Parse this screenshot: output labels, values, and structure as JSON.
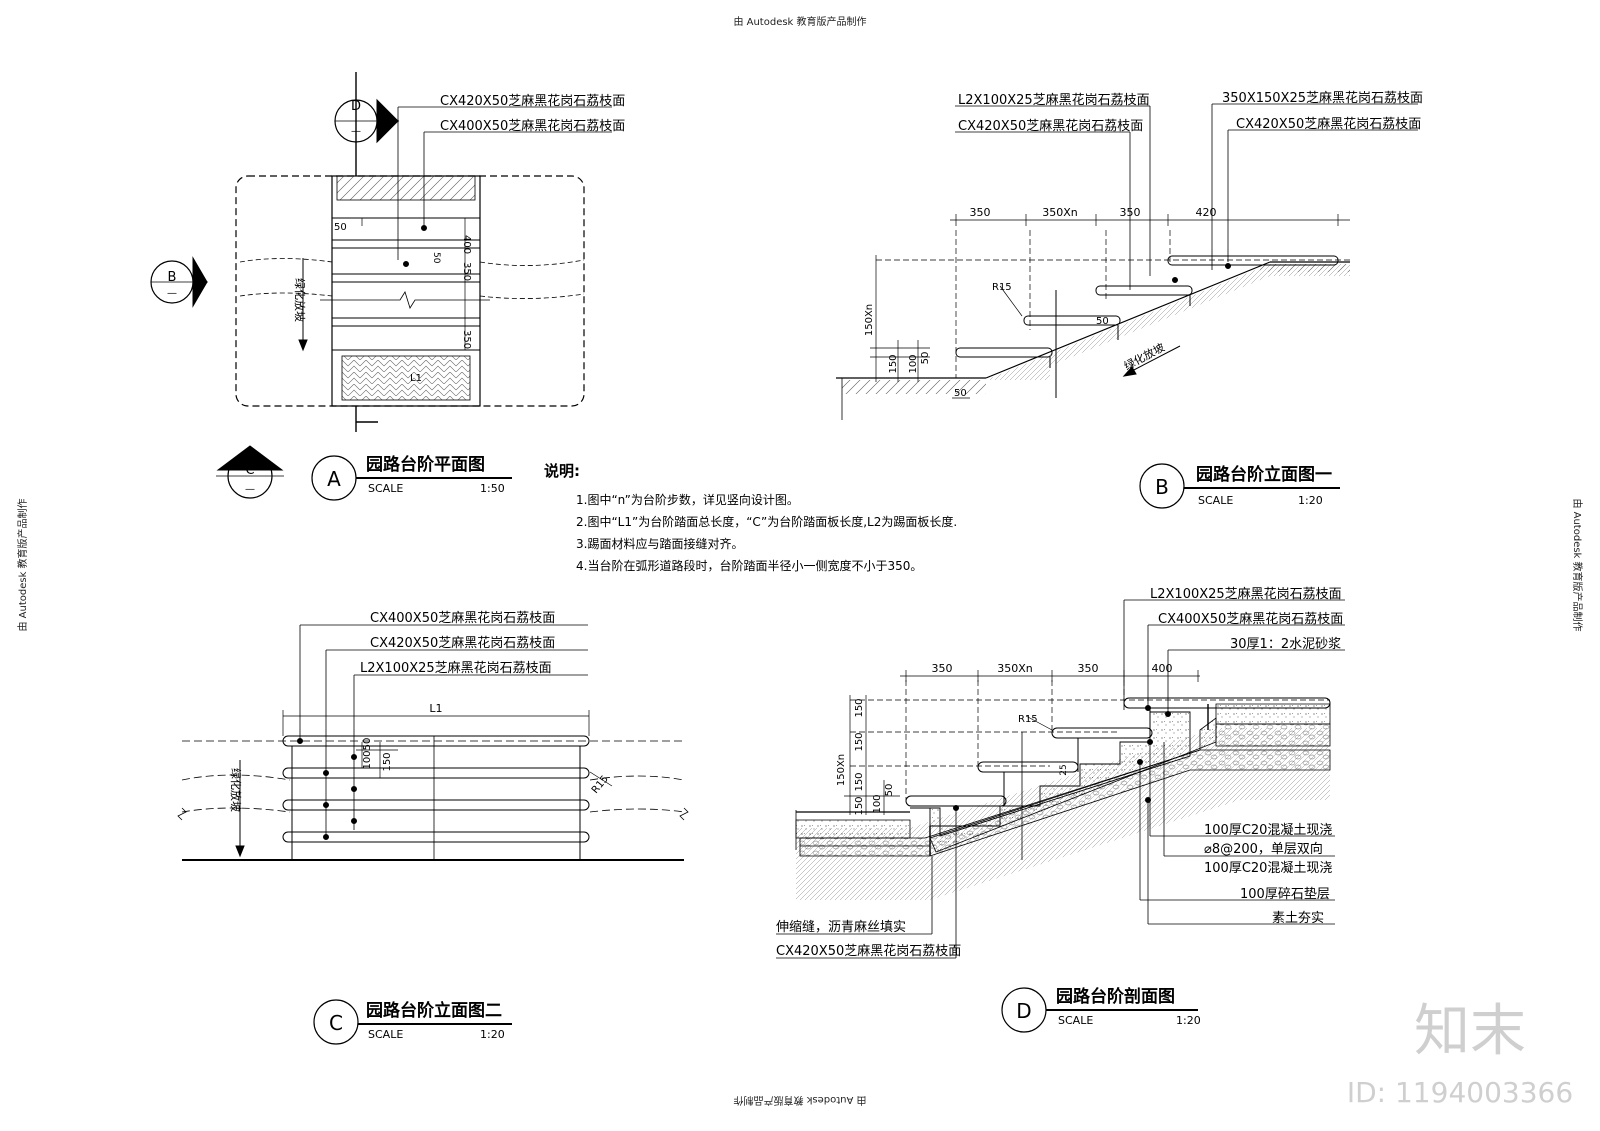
{
  "watermarks": {
    "top": "由 Autodesk 教育版产品制作",
    "bottom": "由 Autodesk 教育版产品制作",
    "left": "由 Autodesk 教育版产品制作",
    "right": "由 Autodesk 教育版产品制作",
    "logo": "知末",
    "id": "ID: 1194003366"
  },
  "drawing_a": {
    "callout_d": "D",
    "callout_b": "B",
    "callout_c": "C",
    "callout_dash": "—",
    "label1": "CX420X50芝麻黑花岗石荔枝面",
    "label2": "CX400X50芝麻黑花岗石荔枝面",
    "slope": "绿化放坡",
    "d50": "50",
    "d400": "400",
    "d50b": "50",
    "d350": "350",
    "d350b": "350",
    "l1": "L1",
    "title_letter": "A",
    "title": "园路台阶平面图",
    "scale_label": "SCALE",
    "scale": "1:50"
  },
  "drawing_b": {
    "label1": "L2X100X25芝麻黑花岗石荔枝面",
    "label2": "CX420X50芝麻黑花岗石荔枝面",
    "label3": "350X150X25芝麻黑花岗石荔枝面",
    "label4": "CX420X50芝麻黑花岗石荔枝面",
    "dims": [
      "350",
      "350Xn",
      "350",
      "420"
    ],
    "r15": "R15",
    "h150n": "150Xn",
    "h150": "150",
    "h100": "100",
    "h50": "50",
    "d50": "50",
    "d50b": "50",
    "slope": "绿化放坡",
    "title_letter": "B",
    "title": "园路台阶立面图一",
    "scale_label": "SCALE",
    "scale": "1:20"
  },
  "notes": {
    "heading": "说明:",
    "items": [
      "1.图中“n”为台阶步数，详见竖向设计图。",
      "2.图中“L1”为台阶踏面总长度，“C”为台阶踏面板长度,L2为踢面板长度.",
      "3.踢面材料应与踏面接缝对齐。",
      "4.当台阶在弧形道路段时，台阶踏面半径小一侧宽度不小于350。"
    ]
  },
  "drawing_c": {
    "label1": "CX400X50芝麻黑花岗石荔枝面",
    "label2": "CX420X50芝麻黑花岗石荔枝面",
    "label3": "L2X100X25芝麻黑花岗石荔枝面",
    "l1": "L1",
    "slope": "绿化放坡",
    "h100": "100",
    "h50": "50",
    "h150": "150",
    "r15": "R15",
    "title_letter": "C",
    "title": "园路台阶立面图二",
    "scale_label": "SCALE",
    "scale": "1:20"
  },
  "drawing_d": {
    "label1": "L2X100X25芝麻黑花岗石荔枝面",
    "label2": "CX400X50芝麻黑花岗石荔枝面",
    "label3": "30厚1：2水泥砂浆",
    "dims": [
      "350",
      "350Xn",
      "350",
      "400"
    ],
    "r15": "R15",
    "h150n": "150Xn",
    "h150a": "150",
    "h150b": "150",
    "h150c": "150",
    "h150d": "150",
    "h100": "100",
    "h50": "50",
    "d25": "25",
    "right1": "100厚C20混凝土现浇",
    "right2": "⌀8@200，单层双向",
    "right3": "100厚C20混凝土现浇",
    "right4": "100厚碎石垫层",
    "right5": "素土夯实",
    "left1": "伸缩缝，沥青麻丝填实",
    "left2": "CX420X50芝麻黑花岗石荔枝面",
    "title_letter": "D",
    "title": "园路台阶剖面图",
    "scale_label": "SCALE",
    "scale": "1:20"
  }
}
